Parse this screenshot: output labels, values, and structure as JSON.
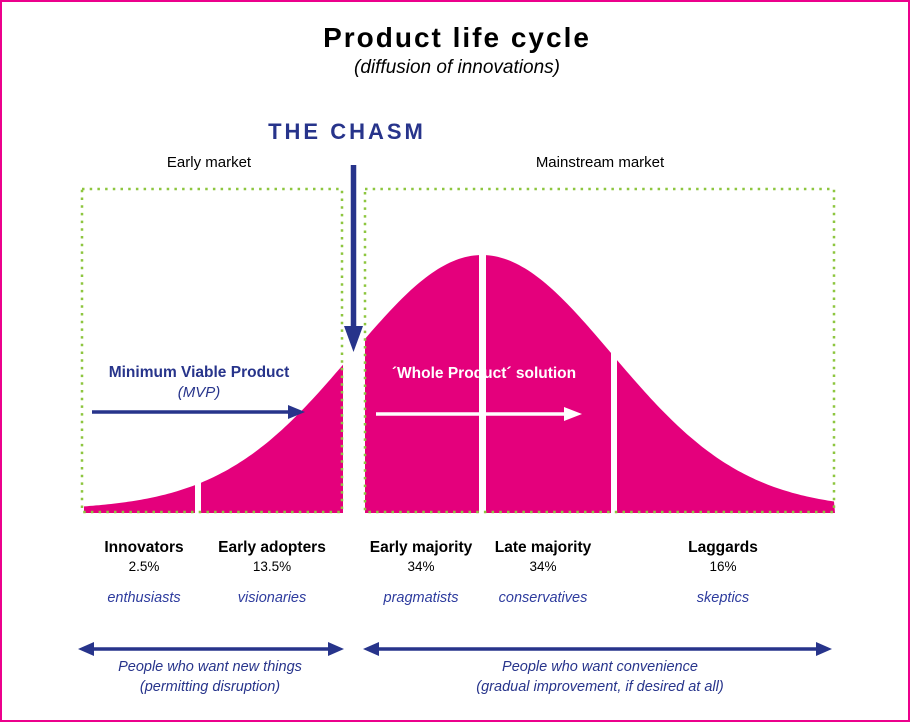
{
  "title": "Product life cycle",
  "subtitle": "(diffusion of innovations)",
  "chasm": {
    "label": "THE CHASM"
  },
  "markets": {
    "early": "Early market",
    "mainstream": "Mainstream market"
  },
  "annotations": {
    "mvp_title": "Minimum Viable Product",
    "mvp_sub": "(MVP)",
    "whole_product": "´Whole Product´ solution"
  },
  "segments": [
    {
      "name": "Innovators",
      "pct": "2.5%",
      "trait": "enthusiasts"
    },
    {
      "name": "Early adopters",
      "pct": "13.5%",
      "trait": "visionaries"
    },
    {
      "name": "Early majority",
      "pct": "34%",
      "trait": "pragmatists"
    },
    {
      "name": "Late majority",
      "pct": "34%",
      "trait": "conservatives"
    },
    {
      "name": "Laggards",
      "pct": "16%",
      "trait": "skeptics"
    }
  ],
  "audience": {
    "early_line1": "People who want new things",
    "early_line2": "(permitting disruption)",
    "mainstream_line1": "People who want convenience",
    "mainstream_line2": "(gradual improvement, if desired at all)"
  },
  "colors": {
    "curve_pink": "#E4007C",
    "frame_pink": "#EC008C",
    "navy": "#27348B",
    "trait_blue": "#2E3C9E",
    "dotted_green": "#8DC63F"
  }
}
